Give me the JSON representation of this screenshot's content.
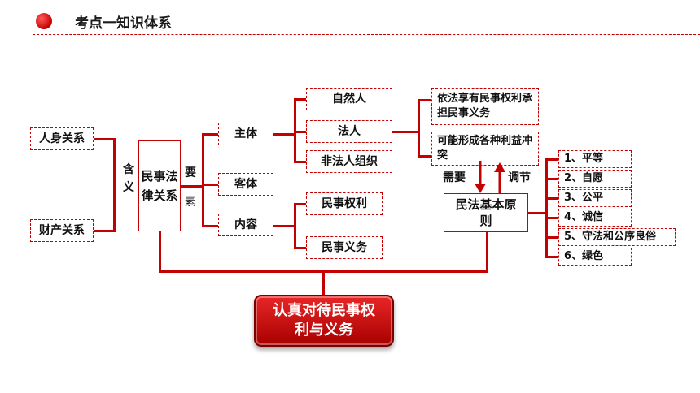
{
  "header": {
    "title": "考点一知识体系"
  },
  "left": {
    "item1": "人身关系",
    "item2": "财产关系",
    "connector": "含义"
  },
  "center": {
    "title": "民事法律关系",
    "connector_main": "要",
    "connector_sub": "素"
  },
  "elements": {
    "subject": "主体",
    "object": "客体",
    "content": "内容"
  },
  "subjects": {
    "natural": "自然人",
    "legal": "法人",
    "unincorporated": "非法人组织"
  },
  "contents": {
    "rights": "民事权利",
    "obligations": "民事义务"
  },
  "notes": {
    "note1": "依法享有民事权利承担民事义务",
    "note2": "可能形成各种利益冲突"
  },
  "arrows": {
    "need": "需要",
    "regulate": "调节"
  },
  "principles": {
    "title": "民法基本原则",
    "items": [
      "1、平等",
      "2、自愿",
      "3、公平",
      "4、诚信",
      "5、守法和公序良俗",
      "6、绿色"
    ]
  },
  "main": {
    "title": "认真对待民事权利与义务"
  },
  "colors": {
    "accent": "#c40000"
  }
}
